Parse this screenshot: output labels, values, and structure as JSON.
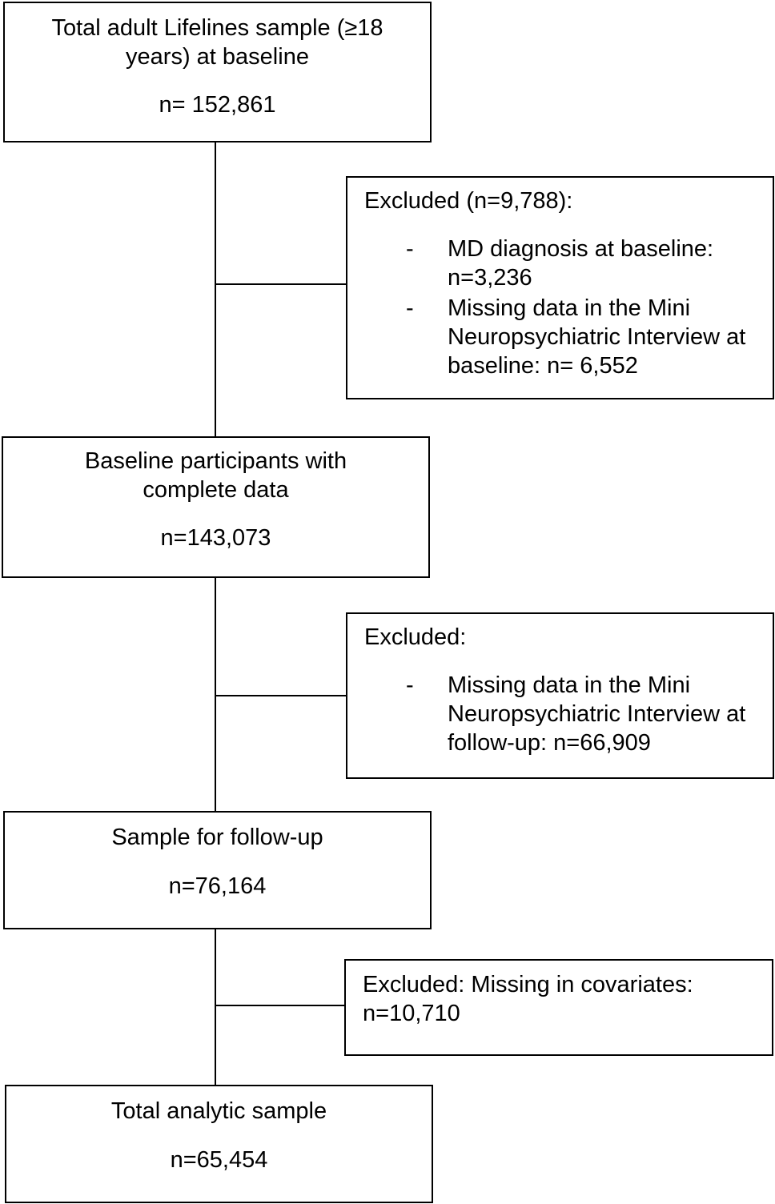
{
  "boxes": {
    "total_sample": {
      "title": "Total adult Lifelines sample (≥18 years) at baseline",
      "count": "n= 152,861"
    },
    "excluded_1": {
      "heading": "Excluded (n=9,788):",
      "items": [
        {
          "bullet": "-",
          "text": "MD diagnosis at baseline: n=3,236"
        },
        {
          "bullet": "-",
          "text": "Missing data in the Mini Neuropsychiatric Interview at baseline: n= 6,552"
        }
      ]
    },
    "baseline_complete": {
      "title": "Baseline participants with complete data",
      "count": "n=143,073"
    },
    "excluded_2": {
      "heading": "Excluded:",
      "items": [
        {
          "bullet": "-",
          "text": "Missing data in the Mini Neuropsychiatric Interview at follow-up: n=66,909"
        }
      ]
    },
    "followup_sample": {
      "title": "Sample for follow-up",
      "count": "n=76,164"
    },
    "excluded_3": {
      "text": "Excluded: Missing in covariates: n=10,710"
    },
    "analytic_sample": {
      "title": "Total analytic sample",
      "count": "n=65,454"
    }
  }
}
